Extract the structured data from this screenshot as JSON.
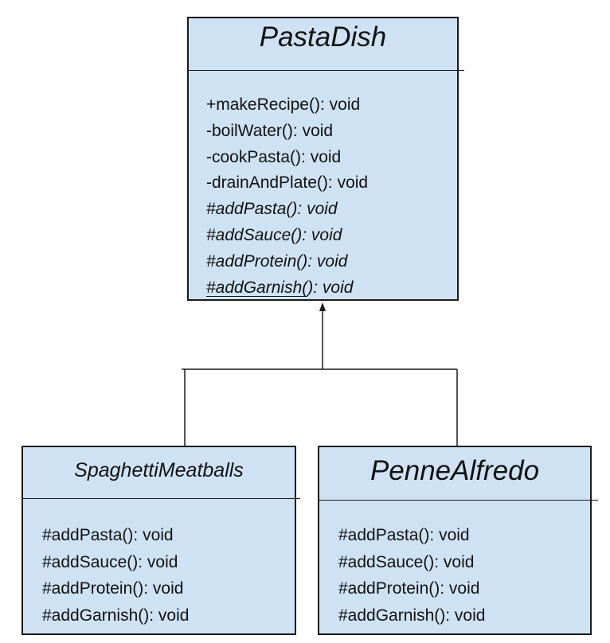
{
  "parent": {
    "name": "PastaDish",
    "methods": [
      {
        "text": "+makeRecipe(): void",
        "abstract": false
      },
      {
        "text": "-boilWater(): void",
        "abstract": false
      },
      {
        "text": "-cookPasta(): void",
        "abstract": false
      },
      {
        "text": "-drainAndPlate(): void",
        "abstract": false
      },
      {
        "text": "#addPasta(): void",
        "abstract": true
      },
      {
        "text": "#addSauce(): void",
        "abstract": true
      },
      {
        "text": "#addProtein(): void",
        "abstract": true
      },
      {
        "text": "#addGarnish(): void",
        "abstract": true
      }
    ]
  },
  "children": [
    {
      "name": "SpaghettiMeatballs",
      "methods": [
        "#addPasta(): void",
        "#addSauce(): void",
        "#addProtein(): void",
        "#addGarnish(): void"
      ]
    },
    {
      "name": "PenneAlfredo",
      "methods": [
        "#addPasta(): void",
        "#addSauce(): void",
        "#addProtein(): void",
        "#addGarnish(): void"
      ]
    }
  ],
  "colors": {
    "class_fill": "#cfe2f3",
    "line": "#1a1a1a"
  }
}
